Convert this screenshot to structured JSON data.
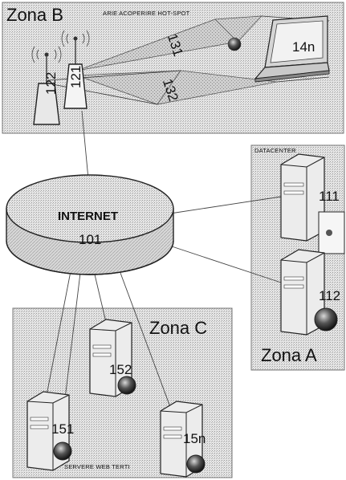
{
  "zones": {
    "b": {
      "title": "Zona B",
      "subtitle": "ARIE ACOPERIRE HOT-SPOT"
    },
    "a": {
      "title": "Zona A",
      "subtitle": "DATACENTER"
    },
    "c": {
      "title": "Zona C",
      "subtitle": "SERVERE WEB TERTI"
    }
  },
  "internet": {
    "label": "INTERNET",
    "number": "101"
  },
  "hotspot": {
    "antenna_1": "122",
    "antenna_2": "121",
    "link_1": "131",
    "link_2": "132",
    "terminal": "14n"
  },
  "datacenter": {
    "server_1": "111",
    "server_2": "112"
  },
  "web_servers": {
    "server_1": "151",
    "server_2": "152",
    "server_n": "15n"
  }
}
